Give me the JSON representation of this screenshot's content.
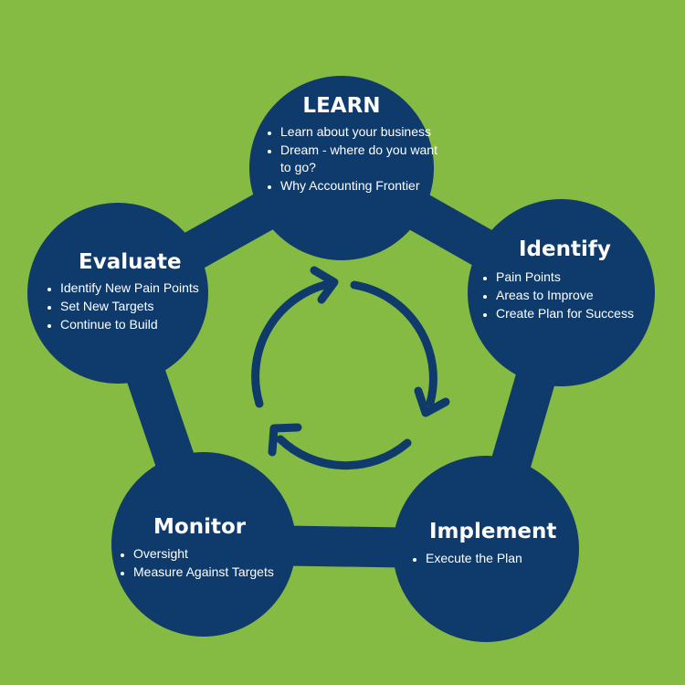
{
  "colors": {
    "background": "#86bb43",
    "node_fill": "#0e3b6c",
    "text": "#ffffff"
  },
  "center": {
    "icon": "circular-arrows-cycle-icon"
  },
  "nodes": [
    {
      "id": "learn",
      "title": "LEARN",
      "items": [
        "Learn about your business",
        "Dream - where do you want to go?",
        "Why Accounting Frontier"
      ]
    },
    {
      "id": "identify",
      "title": "Identify",
      "items": [
        "Pain Points",
        "Areas to Improve",
        "Create Plan for Success"
      ]
    },
    {
      "id": "implement",
      "title": "Implement",
      "items": [
        "Execute the Plan"
      ]
    },
    {
      "id": "monitor",
      "title": "Monitor",
      "items": [
        "Oversight",
        "Measure Against Targets"
      ]
    },
    {
      "id": "evaluate",
      "title": "Evaluate",
      "items": [
        "Identify New Pain Points",
        "Set New Targets",
        "Continue to Build"
      ]
    }
  ]
}
